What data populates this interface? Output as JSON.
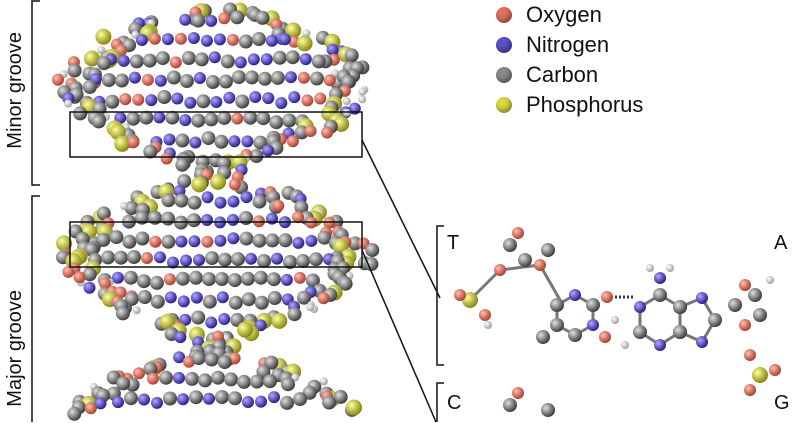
{
  "legend": [
    {
      "label": "Oxygen",
      "color": "#e0705a"
    },
    {
      "label": "Nitrogen",
      "color": "#5a50c8"
    },
    {
      "label": "Carbon",
      "color": "#8a8a8a"
    },
    {
      "label": "Phosphorus",
      "color": "#d8d840"
    }
  ],
  "grooves": {
    "minor": "Minor groove",
    "major": "Major groove"
  },
  "base_pairs": {
    "top_left": "T",
    "top_right": "A",
    "bottom_left": "C",
    "bottom_right": "G"
  }
}
